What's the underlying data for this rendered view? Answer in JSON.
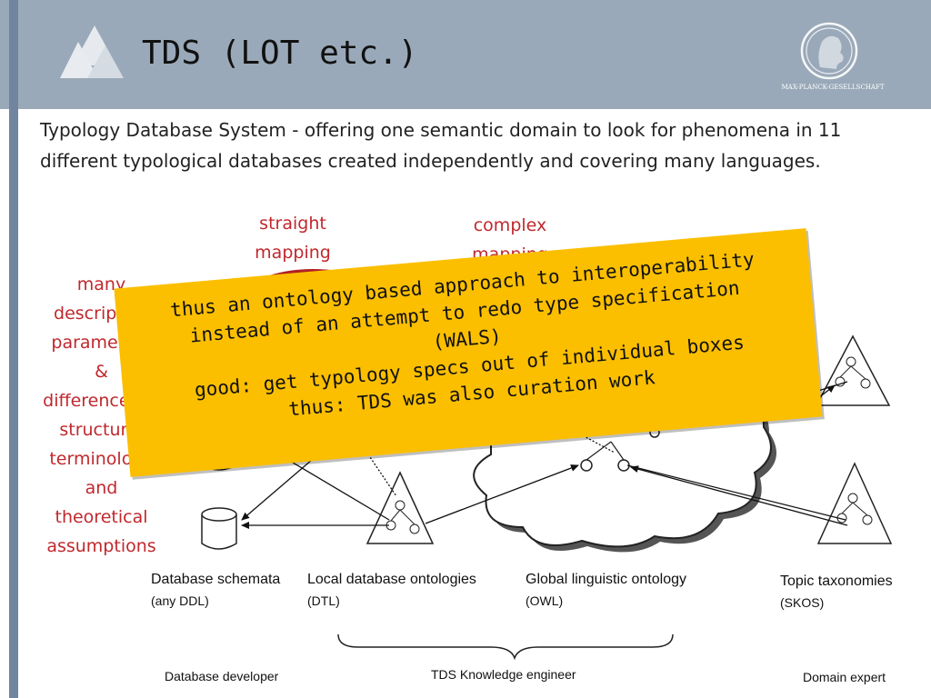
{
  "slide": {
    "title": "TDS (LOT etc.)",
    "intro": "Typology Database System  - offering one semantic domain to look for phenomena in 11 different typological databases created independently and covering many languages.",
    "logo_text": "MAX-PLANCK-GESELLSCHAFT"
  },
  "mapping_labels": {
    "straight": [
      "straight",
      "mapping"
    ],
    "complex": [
      "complex",
      "mapping"
    ]
  },
  "side_text": [
    "many",
    "descriptive",
    "parameters",
    "&",
    "differences in",
    "structure,",
    "terminology",
    "and",
    "theoretical",
    "assumptions"
  ],
  "overlay": {
    "lines": [
      "thus an ontology based approach to interoperability",
      "instead of an attempt to redo type specification",
      "(WALS)",
      "good: get typology specs out of individual boxes",
      "thus: TDS was also curation work"
    ]
  },
  "captions": {
    "database_schemata": {
      "label": "Database schemata",
      "sub": "(any DDL)"
    },
    "local_ontologies": {
      "label": "Local database ontologies",
      "sub": "(DTL)"
    },
    "global_ontology": {
      "label": "Global linguistic ontology",
      "sub": "(OWL)"
    },
    "topic_taxonomies": {
      "label": "Topic taxonomies",
      "sub": "(SKOS)"
    }
  },
  "roles": {
    "developer": "Database developer",
    "engineer": "TDS Knowledge engineer",
    "expert": "Domain expert"
  },
  "colors": {
    "header": "#9aa9b9",
    "stripe": "#7185a0",
    "red_text": "#c0282d",
    "overlay": "#fbbf00"
  }
}
